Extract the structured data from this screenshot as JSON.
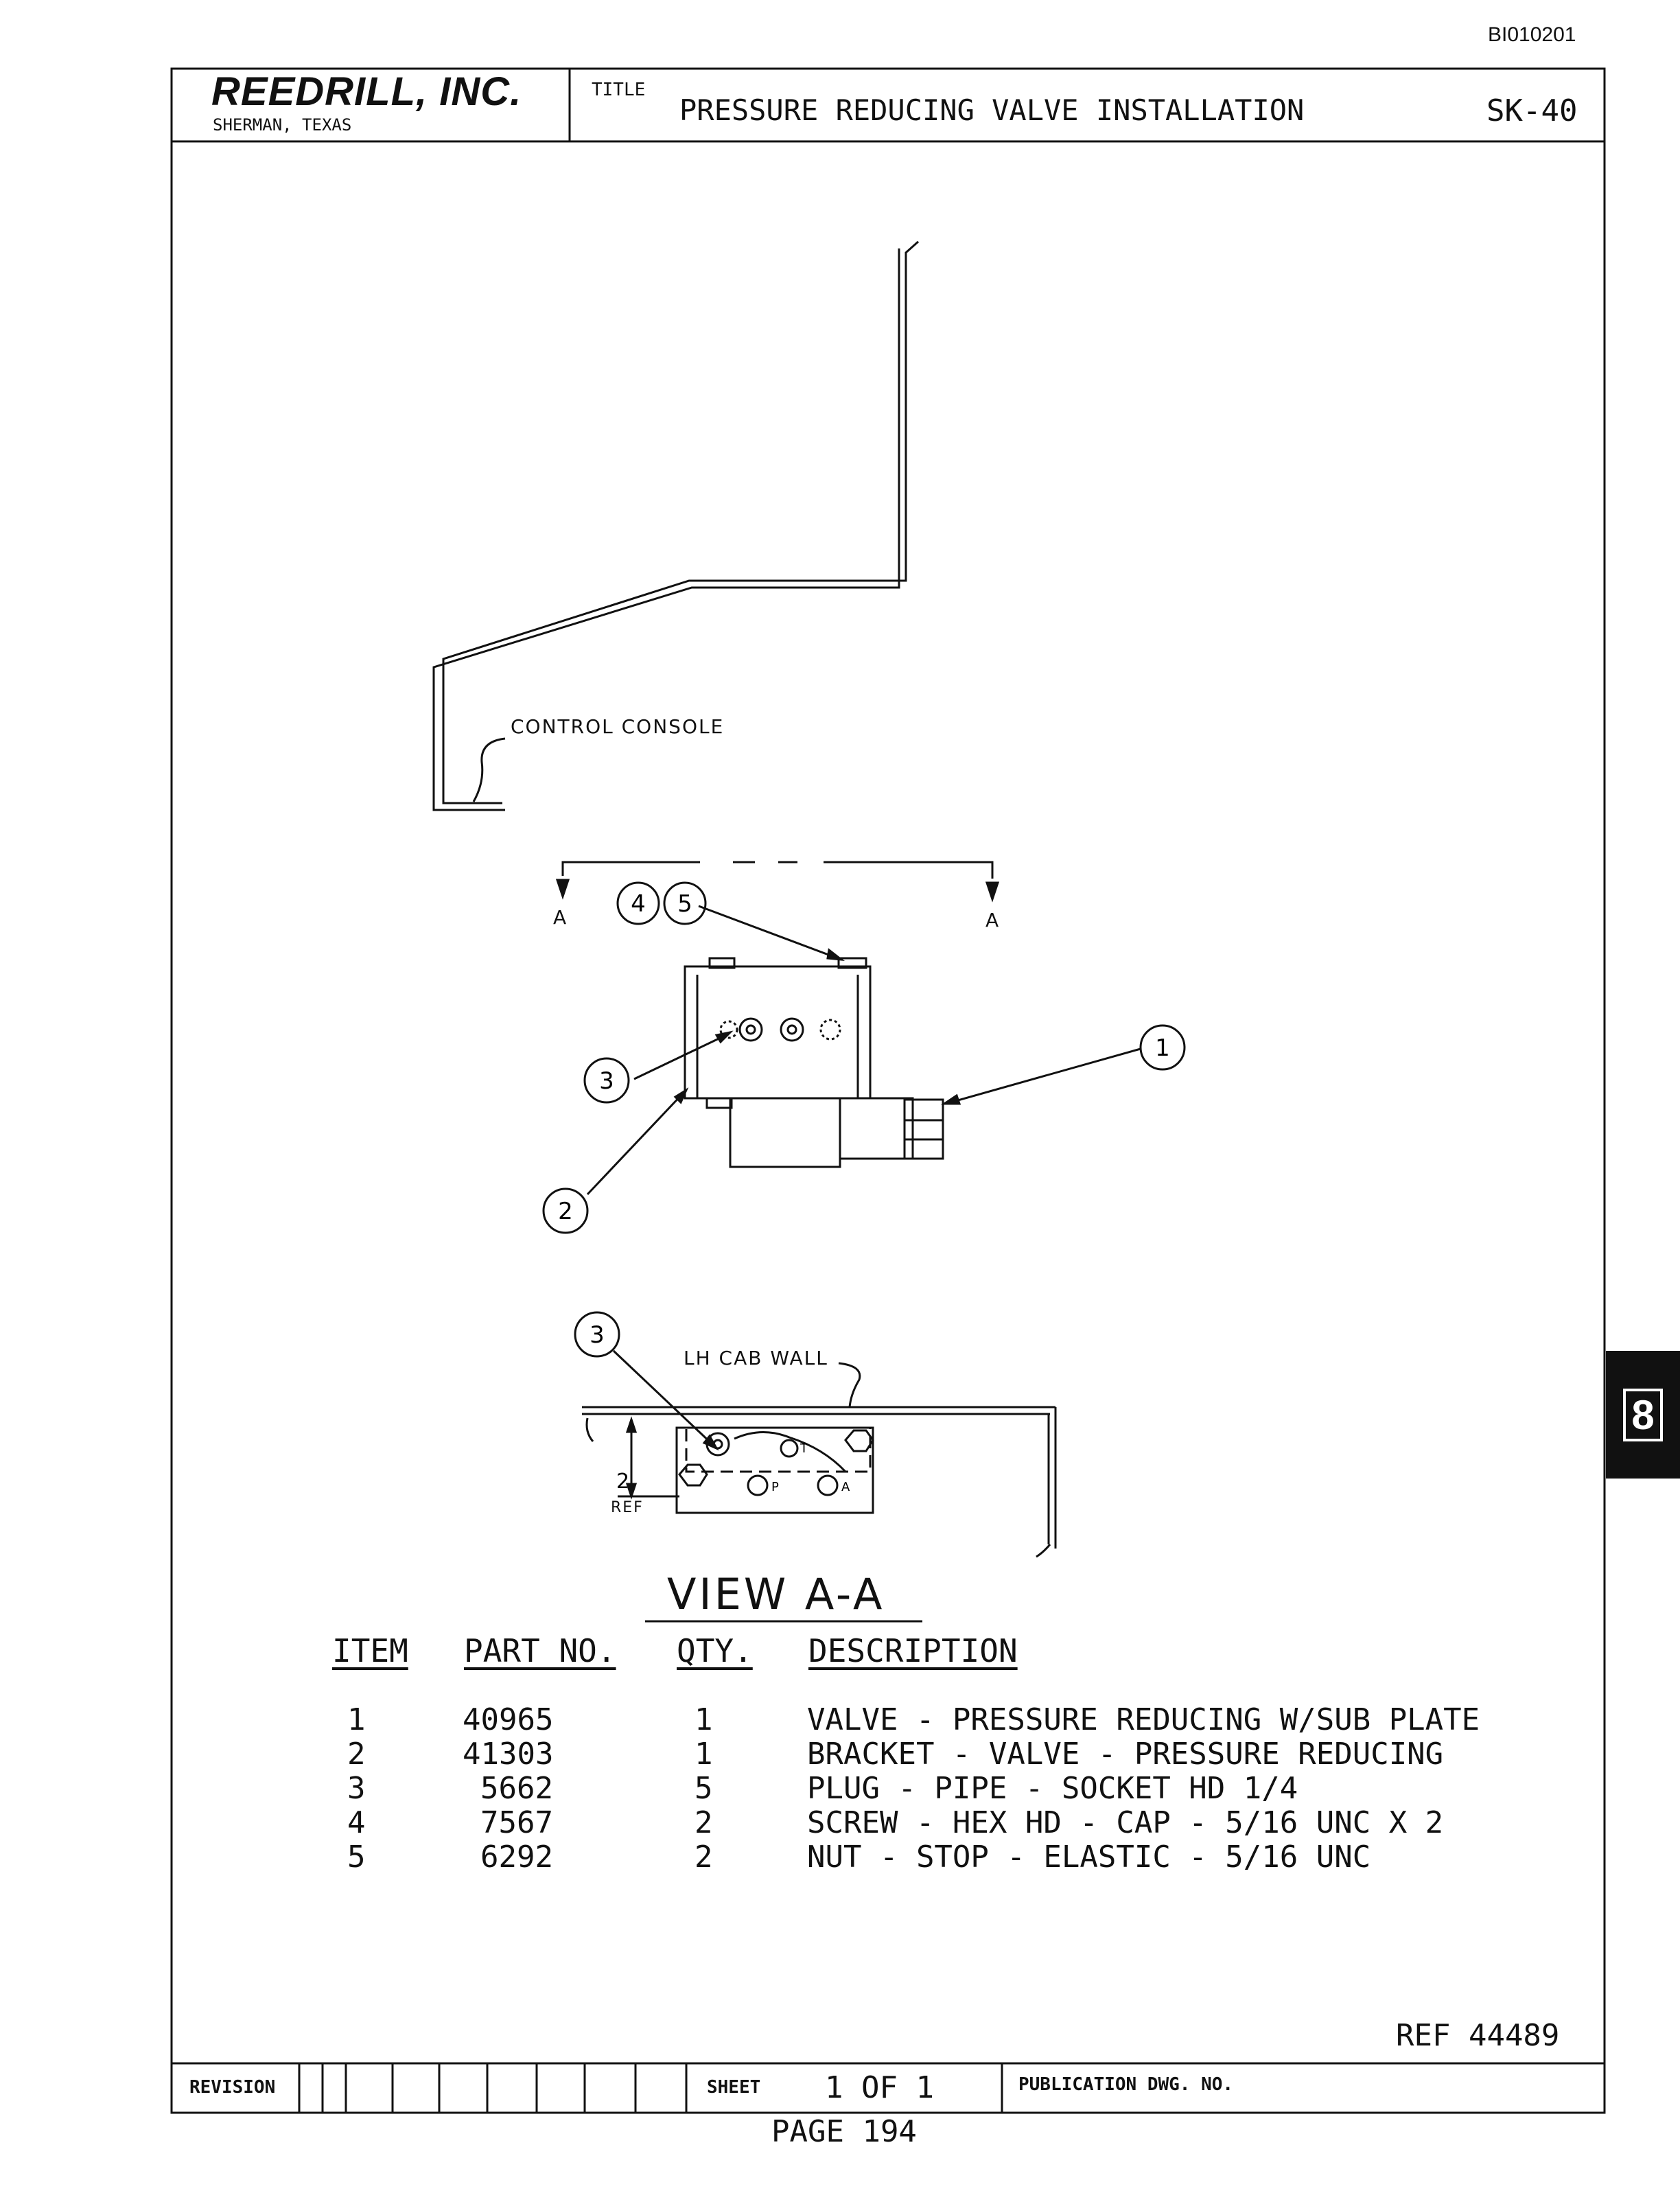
{
  "doc_id": "BI010201",
  "title_block": {
    "company": "REEDRILL, INC.",
    "location": "SHERMAN, TEXAS",
    "title_label": "TITLE",
    "title": "PRESSURE REDUCING VALVE INSTALLATION",
    "sketch_no": "SK-40"
  },
  "drawing": {
    "console_label": "CONTROL CONSOLE",
    "section_marker": "A",
    "wall_label": "LH CAB WALL",
    "dim_ref": "REF",
    "port_labels": [
      "P",
      "T",
      "A"
    ],
    "view_title": "VIEW A-A",
    "callouts": [
      "1",
      "2",
      "3",
      "4",
      "5"
    ]
  },
  "parts_table": {
    "headers": [
      "ITEM",
      "PART NO.",
      "QTY.",
      "DESCRIPTION"
    ],
    "rows": [
      {
        "item": "1",
        "part": "40965",
        "qty": "1",
        "desc": "VALVE - PRESSURE REDUCING W/SUB PLATE"
      },
      {
        "item": "2",
        "part": "41303",
        "qty": "1",
        "desc": "BRACKET - VALVE - PRESSURE REDUCING"
      },
      {
        "item": "3",
        "part": "5662",
        "qty": "5",
        "desc": "PLUG - PIPE - SOCKET HD 1/4"
      },
      {
        "item": "4",
        "part": "7567",
        "qty": "2",
        "desc": "SCREW - HEX HD - CAP - 5/16 UNC X 2"
      },
      {
        "item": "5",
        "part": "6292",
        "qty": "2",
        "desc": "NUT - STOP - ELASTIC - 5/16 UNC"
      }
    ]
  },
  "ref_no": "REF 44489",
  "footer": {
    "revision_label": "REVISION",
    "sheet_label": "SHEET",
    "sheet_value": "1 OF 1",
    "publication_label": "PUBLICATION DWG. NO."
  },
  "page_label": "PAGE 194",
  "section_tab": "8"
}
